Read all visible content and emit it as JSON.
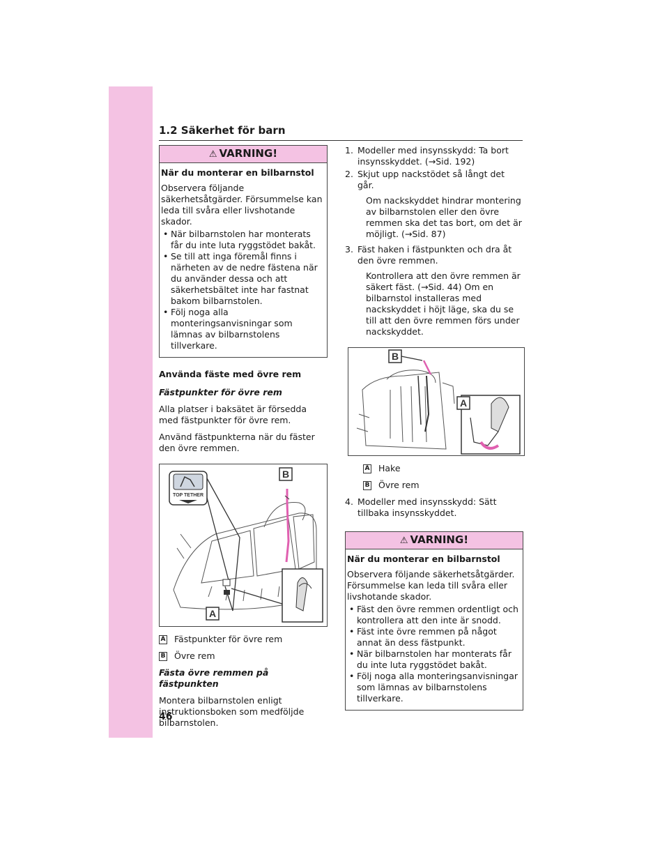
{
  "section_title": "1.2 Säkerhet för barn",
  "page_number": "46",
  "warning1": {
    "title": "VARNING!",
    "subtitle": "När du monterar en bilbarnstol",
    "intro": "Observera följande säkerhetsåtgärder. Försummelse kan leda till svåra eller livshotande skador.",
    "bullets": [
      "När bilbarnstolen har monterats får du inte luta ryggstödet bakåt.",
      "Se till att inga föremål finns i närheten av de nedre fästena när du använder dessa och att säkerhetsbältet inte har fastnat bakom bilbarnstolen.",
      "Följ noga alla monteringsanvisningar som lämnas av bilbarnstolens tillverkare."
    ]
  },
  "left": {
    "heading": "Använda fäste med övre rem",
    "subheading1": "Fästpunkter för övre rem",
    "para1": "Alla platser i baksätet är försedda med fästpunkter för övre rem.",
    "para2": "Använd fästpunkterna när du fäster den övre remmen.",
    "figure_label_a": "A",
    "figure_label_b": "B",
    "figure_icon_text": "TOP TETHER",
    "legend": [
      {
        "key": "A",
        "text": "Fästpunkter för övre rem"
      },
      {
        "key": "B",
        "text": "Övre rem"
      }
    ],
    "subheading2": "Fästa övre remmen på fästpunkten",
    "para3": "Montera bilbarnstolen enligt instruktionsboken som medföljde bilbarnstolen."
  },
  "right": {
    "steps": [
      {
        "num": "1.",
        "text": "Modeller med insynsskydd: Ta bort insynsskyddet. (→Sid. 192)"
      },
      {
        "num": "2.",
        "text": "Skjut upp nackstödet så långt det går."
      },
      {
        "num": "3.",
        "text": "Fäst haken i fästpunkten och dra åt den övre remmen."
      },
      {
        "num": "4.",
        "text": "Modeller med insynsskydd: Sätt tillbaka insynsskyddet."
      }
    ],
    "note2": "Om nackskyddet hindrar montering av bilbarnstolen eller den övre remmen ska det tas bort, om det är möjligt. (→Sid. 87)",
    "note3": "Kontrollera att den övre remmen är säkert fäst. (→Sid. 44) Om en bilbarnstol installeras med nackskyddet i höjt läge, ska du se till att den övre remmen förs under nackskyddet.",
    "figure_label_a": "A",
    "figure_label_b": "B",
    "legend": [
      {
        "key": "A",
        "text": "Hake"
      },
      {
        "key": "B",
        "text": "Övre rem"
      }
    ]
  },
  "warning2": {
    "title": "VARNING!",
    "subtitle": "När du monterar en bilbarnstol",
    "intro": "Observera följande säkerhetsåtgärder. Försummelse kan leda till svåra eller livshotande skador.",
    "bullets": [
      "Fäst den övre remmen ordentligt och kontrollera att den inte är snodd.",
      "Fäst inte övre remmen på något annat än dess fästpunkt.",
      "När bilbarnstolen har monterats får du inte luta ryggstödet bakåt.",
      "Följ noga alla monteringsanvisningar som lämnas av bilbarnstolens tillverkare."
    ]
  },
  "colors": {
    "accent_pink": "#f4c2e3",
    "strap_pink": "#e060b0"
  }
}
